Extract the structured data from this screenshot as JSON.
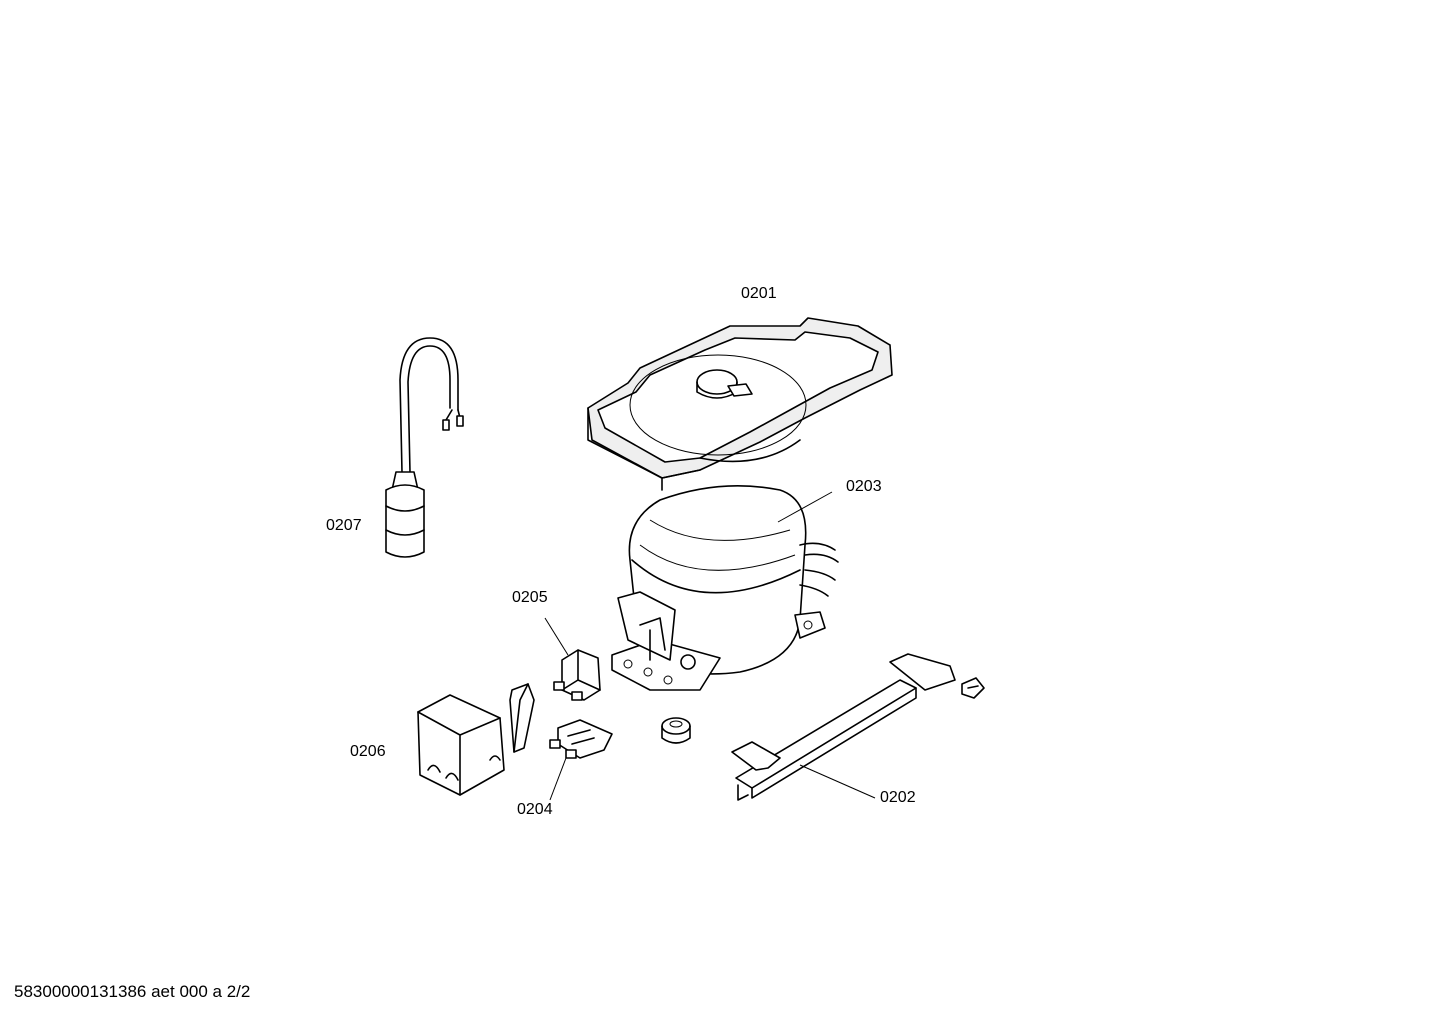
{
  "parts": [
    {
      "id": "0201",
      "label": "0201"
    },
    {
      "id": "0202",
      "label": "0202"
    },
    {
      "id": "0203",
      "label": "0203"
    },
    {
      "id": "0204",
      "label": "0204"
    },
    {
      "id": "0205",
      "label": "0205"
    },
    {
      "id": "0206",
      "label": "0206"
    },
    {
      "id": "0207",
      "label": "0207"
    }
  ],
  "footer": {
    "text": "58300000131386 aet 000 a 2/2"
  }
}
